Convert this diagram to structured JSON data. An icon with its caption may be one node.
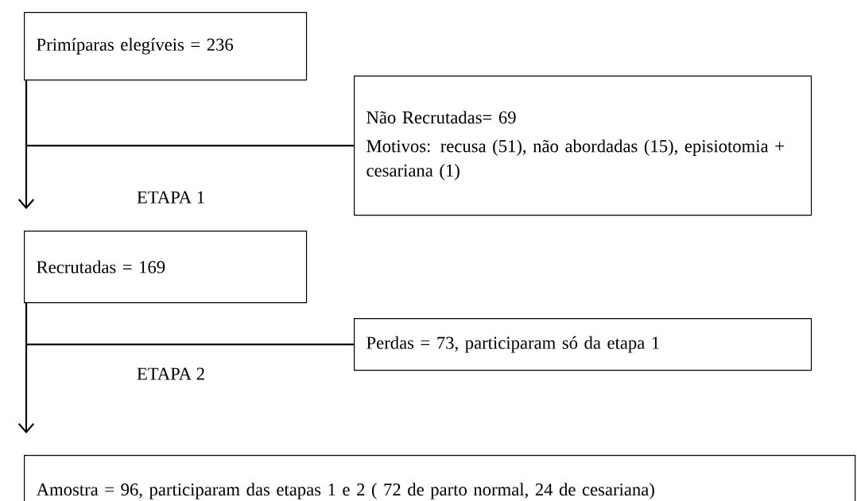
{
  "diagram": {
    "nodes": [
      {
        "text": [
          "Primíparas elegíveis = 236"
        ]
      },
      {
        "text": [
          "Não Recrutadas= 69",
          "Motivos: recusa (51), não abordadas (15), episiotomia + cesariana (1)"
        ]
      },
      {
        "text": [
          "Recrutadas = 169"
        ]
      },
      {
        "text": [
          "Perdas = 73, participaram só da etapa 1"
        ]
      },
      {
        "text": [
          "Amostra = 96, participaram das etapas 1 e 2 ( 72 de parto normal, 24 de cesariana)"
        ]
      }
    ],
    "edges": [
      {
        "from": 0,
        "to": 2,
        "arrow": "to"
      },
      {
        "from": 0,
        "to": 1,
        "arrow": "none"
      },
      {
        "from": 2,
        "to": 4,
        "arrow": "to"
      },
      {
        "from": 2,
        "to": 3,
        "arrow": "none"
      }
    ],
    "labels": [
      "ETAPA 1",
      "ETAPA 2"
    ]
  }
}
